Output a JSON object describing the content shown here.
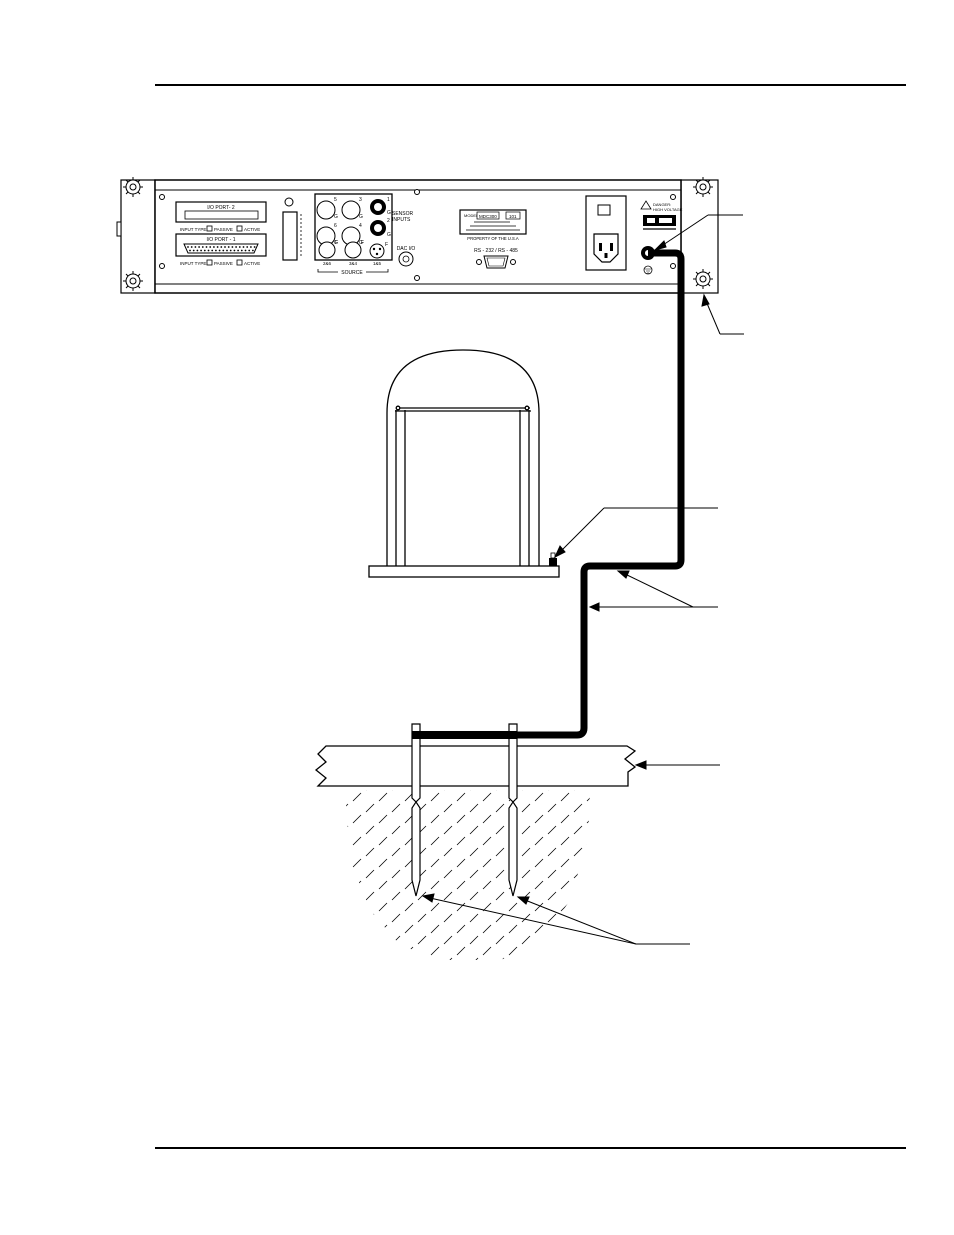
{
  "panel": {
    "io_port_2": "I/O PORT- 2",
    "io_port_1": "I/O PORT - 1",
    "input_type": "INPUT TYPE:",
    "passive": "PASSIVE",
    "active": "ACTIVE",
    "sensor_inputs": [
      "SENSOR",
      "INPUTS"
    ],
    "source": "SOURCE",
    "source_labels": [
      "2&6",
      "3&4",
      "1&5"
    ],
    "channel_numbers": [
      "5",
      "3",
      "6",
      "4",
      "1",
      "2"
    ],
    "g_labels": [
      "G",
      "G",
      "G",
      "G",
      "G",
      "G"
    ],
    "f_labels": [
      "F",
      "F",
      "F"
    ],
    "dac_io": "DAC I/O",
    "rs_label": "RS - 232 / RS - 485",
    "model_prefix": "MODEL",
    "model_value": "MDC300",
    "model_suffix": "101",
    "property": "PROPERTY OF THE U.S.A",
    "warning": [
      "DANGER:",
      "HIGH VOLTAGE"
    ]
  },
  "colors": {
    "ink": "#000000",
    "paper": "#ffffff",
    "cable": "#000000"
  }
}
